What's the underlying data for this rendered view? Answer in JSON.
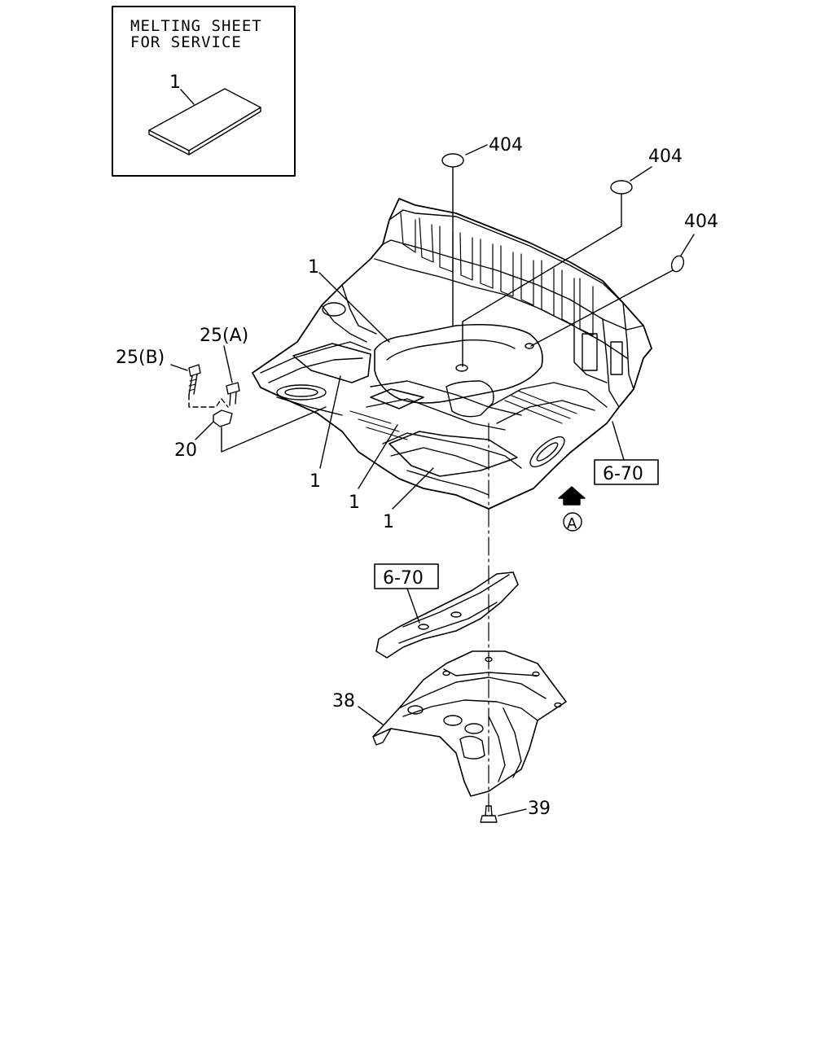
{
  "service_box": {
    "line1": "MELTING SHEET",
    "line2": "FOR SERVICE",
    "item": "1"
  },
  "callouts": {
    "part_1": "1",
    "part_404": "404",
    "part_25a": "25(A)",
    "part_25b": "25(B)",
    "part_20": "20",
    "part_38": "38",
    "part_39": "39"
  },
  "refs": {
    "ref_6_70": "6-70",
    "view_a": "A"
  }
}
